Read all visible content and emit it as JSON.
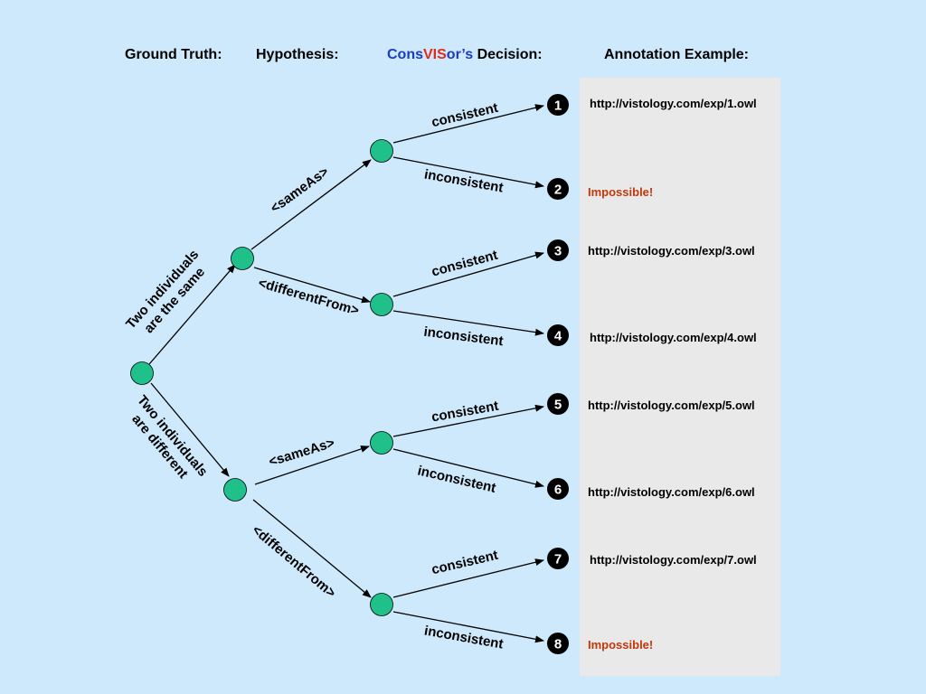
{
  "headers": {
    "ground_truth": "Ground Truth:",
    "hypothesis": "Hypothesis:",
    "decision_cons": "Cons",
    "decision_vis": "VIS",
    "decision_or": "or’s",
    "decision_rest": " Decision:",
    "annotation": "Annotation Example:"
  },
  "colors": {
    "background": "#cde9fb",
    "node": "#1fc08a",
    "brand_blue": "#1a3bc4",
    "brand_red": "#e02c1c",
    "impossible": "#c0390b",
    "panel": "#e9e9e9"
  },
  "ground_truth": {
    "same": [
      "Two individuals",
      "are the same"
    ],
    "different": [
      "Two individuals",
      "are different"
    ]
  },
  "hypothesis": {
    "same_as": "<sameAs>",
    "different_from": "<differentFrom>"
  },
  "decision": {
    "consistent": "consistent",
    "inconsistent": "inconsistent"
  },
  "outcomes": [
    {
      "number": "1",
      "example": "http://vistology.com/exp/1.owl"
    },
    {
      "number": "2",
      "example": "Impossible!"
    },
    {
      "number": "3",
      "example": "http://vistology.com/exp/3.owl"
    },
    {
      "number": "4",
      "example": "http://vistology.com/exp/4.owl"
    },
    {
      "number": "5",
      "example": "http://vistology.com/exp/5.owl"
    },
    {
      "number": "6",
      "example": "http://vistology.com/exp/6.owl"
    },
    {
      "number": "7",
      "example": "http://vistology.com/exp/7.owl"
    },
    {
      "number": "8",
      "example": "Impossible!"
    }
  ]
}
